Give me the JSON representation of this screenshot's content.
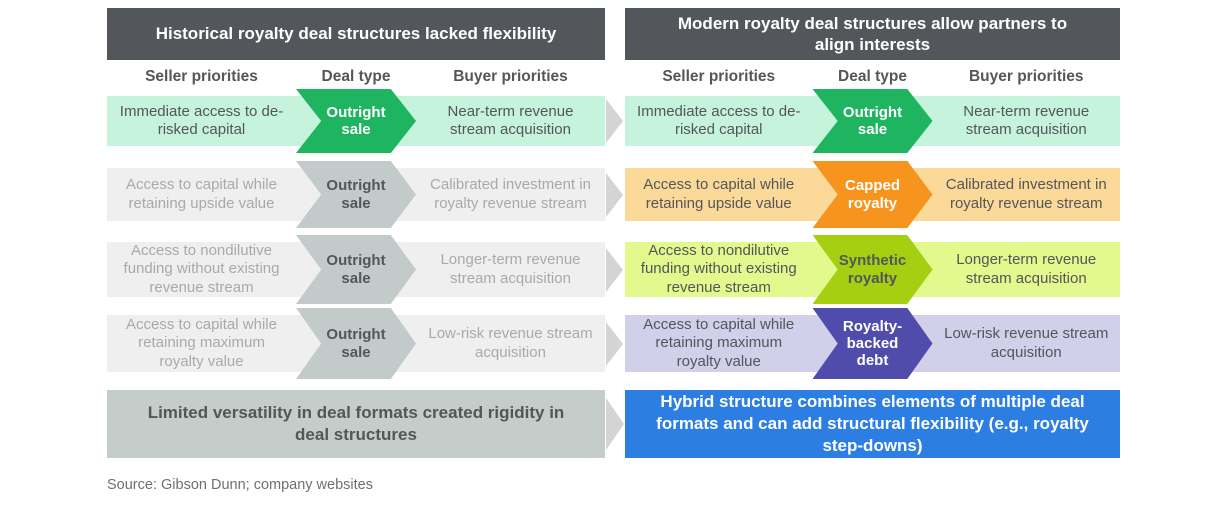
{
  "panels": {
    "left": {
      "title": "Historical royalty deal structures lacked flexibility",
      "columns": {
        "seller": "Seller priorities",
        "deal": "Deal type",
        "buyer": "Buyer priorities"
      },
      "rows": [
        {
          "seller": "Immediate access to de-risked capital",
          "deal": "Outright sale",
          "buyer": "Near-term revenue stream acquisition"
        },
        {
          "seller": "Access to capital while retaining upside value",
          "deal": "Outright sale",
          "buyer": "Calibrated investment in royalty revenue stream"
        },
        {
          "seller": "Access to nondilutive funding without existing revenue stream",
          "deal": "Outright sale",
          "buyer": "Longer-term revenue stream acquisition"
        },
        {
          "seller": "Access to capital while retaining maximum royalty value",
          "deal": "Outright sale",
          "buyer": "Low-risk revenue stream acquisition"
        }
      ],
      "summary": "Limited versatility in deal formats created rigidity in deal structures"
    },
    "right": {
      "title": "Modern royalty deal structures allow partners to align interests",
      "columns": {
        "seller": "Seller priorities",
        "deal": "Deal type",
        "buyer": "Buyer priorities"
      },
      "rows": [
        {
          "seller": "Immediate access to de-risked capital",
          "deal": "Outright sale",
          "buyer": "Near-term revenue stream acquisition"
        },
        {
          "seller": "Access to capital while retaining upside value",
          "deal": "Capped royalty",
          "buyer": "Calibrated investment in royalty revenue stream"
        },
        {
          "seller": "Access to nondilutive funding without existing revenue stream",
          "deal": "Synthetic royalty",
          "buyer": "Longer-term revenue stream acquisition"
        },
        {
          "seller": "Access to capital while retaining maximum royalty value",
          "deal": "Royalty-backed debt",
          "buyer": "Low-risk revenue stream acquisition"
        }
      ],
      "summary": "Hybrid structure combines elements of multiple deal formats and can add structural flexibility (e.g., royalty step-downs)"
    }
  },
  "source": "Source: Gibson Dunn; company websites",
  "colors": {
    "header_bg": "#53565a",
    "header_text": "#ffffff",
    "column_label_text": "#53565a",
    "flow_arrow": "#d4d4d4",
    "rows_left": [
      {
        "band": "#c6f3db",
        "text": "#53565a",
        "chevron": "#1fb45f",
        "chevron_text": "#ffffff"
      },
      {
        "band": "#efefef",
        "text": "#a7aaac",
        "chevron": "#c3cbca",
        "chevron_text": "#53565a"
      },
      {
        "band": "#efefef",
        "text": "#a7aaac",
        "chevron": "#c3cbca",
        "chevron_text": "#53565a"
      },
      {
        "band": "#efefef",
        "text": "#a7aaac",
        "chevron": "#c3cbca",
        "chevron_text": "#53565a"
      }
    ],
    "rows_right": [
      {
        "band": "#c6f3db",
        "text": "#53565a",
        "chevron": "#1fb45f",
        "chevron_text": "#ffffff"
      },
      {
        "band": "#fbd999",
        "text": "#53565a",
        "chevron": "#f7941e",
        "chevron_text": "#ffffff"
      },
      {
        "band": "#e3f88d",
        "text": "#53565a",
        "chevron": "#a6cf12",
        "chevron_text": "#53565a"
      },
      {
        "band": "#d2cfeb",
        "text": "#53565a",
        "chevron": "#4f4cab",
        "chevron_text": "#ffffff"
      }
    ],
    "summary_left_bg": "#c4cdca",
    "summary_left_text": "#53565a",
    "summary_right_bg": "#2d7ee3",
    "summary_right_text": "#ffffff"
  }
}
